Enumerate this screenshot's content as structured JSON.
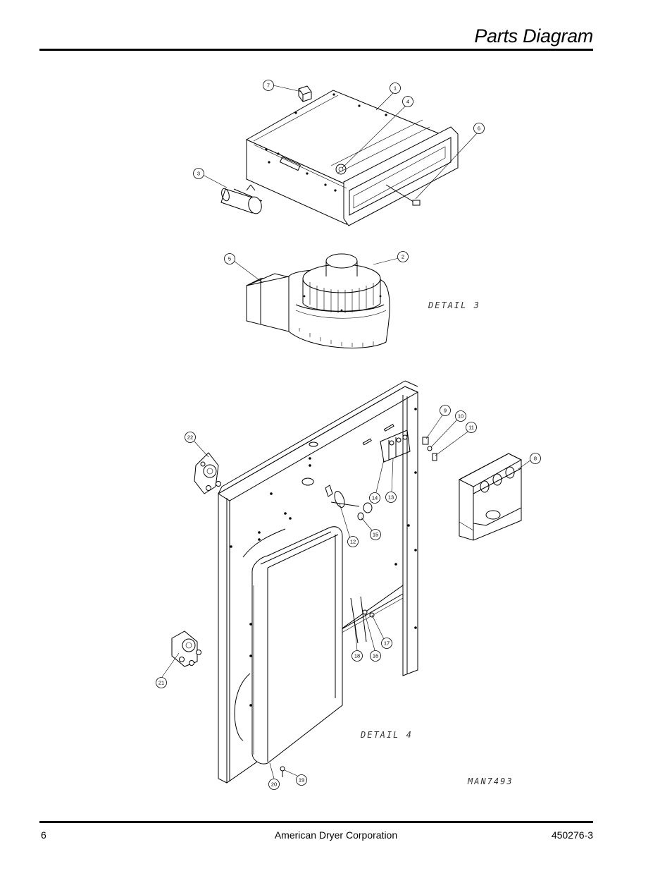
{
  "header": {
    "title": "Parts Diagram"
  },
  "footer": {
    "page_number": "6",
    "company": "American Dryer Corporation",
    "doc_number": "450276-3"
  },
  "labels": {
    "detail_3": "DETAIL 3",
    "detail_4": "DETAIL 4",
    "drawing_number": "MAN7493"
  },
  "callouts": [
    "7",
    "1",
    "4",
    "6",
    "3",
    "5",
    "2",
    "9",
    "10",
    "11",
    "22",
    "8",
    "14",
    "13",
    "12",
    "15",
    "17",
    "18",
    "16",
    "21",
    "20",
    "19"
  ]
}
